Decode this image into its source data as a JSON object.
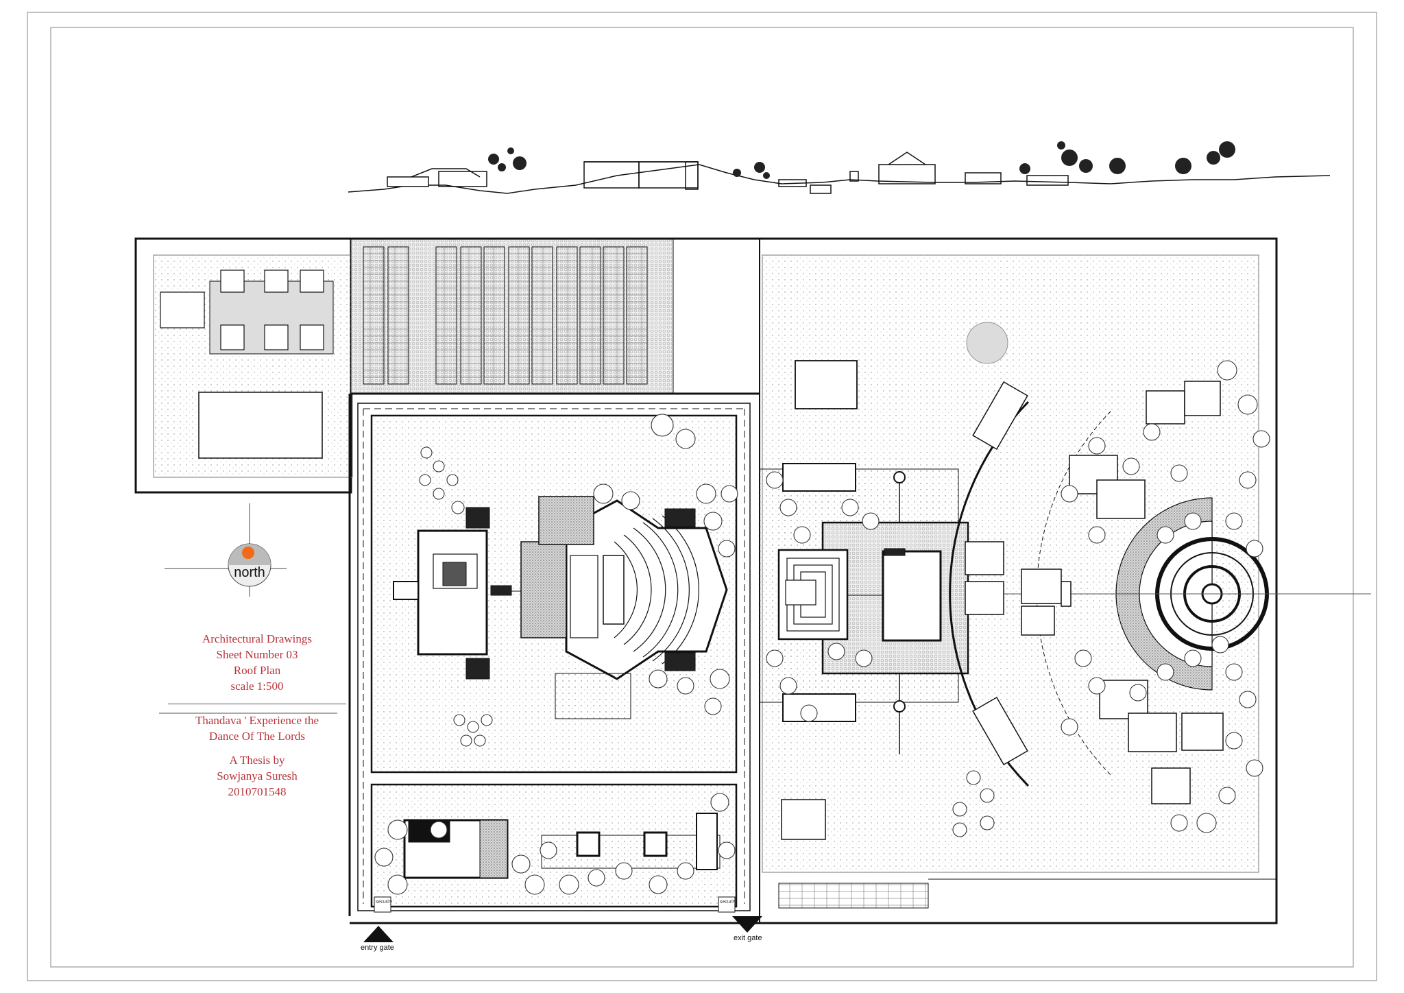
{
  "north_label": "north",
  "title_block": {
    "line1": "Architectural Drawings",
    "line2": "Sheet Number 03",
    "line3": "Roof Plan",
    "line4": "scale 1:500",
    "project_line1": "Thandava ' Experience the",
    "project_line2": "Dance Of The Lords",
    "author_line1": "A Thesis by",
    "author_line2": "Sowjanya Suresh",
    "author_line3": "2010701548"
  },
  "gates": {
    "entry": "entry gate",
    "exit": "exit gate"
  },
  "security_label": "security",
  "colors": {
    "title_red": "#b8333a",
    "north_dot": "#f06a1a",
    "line": "#111111",
    "hatch": "#b9b9b9"
  }
}
